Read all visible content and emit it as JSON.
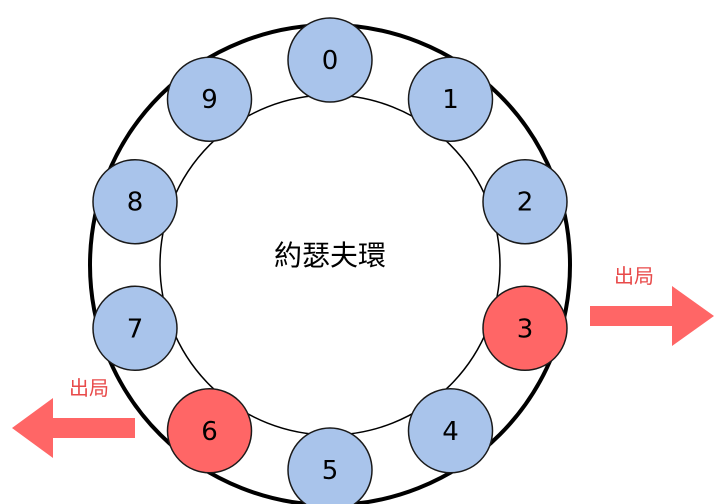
{
  "diagram": {
    "center_label": "約瑟夫環",
    "nodes": [
      {
        "label": "0",
        "state": "normal"
      },
      {
        "label": "1",
        "state": "normal"
      },
      {
        "label": "2",
        "state": "normal"
      },
      {
        "label": "3",
        "state": "eliminated"
      },
      {
        "label": "4",
        "state": "normal"
      },
      {
        "label": "5",
        "state": "normal"
      },
      {
        "label": "6",
        "state": "eliminated"
      },
      {
        "label": "7",
        "state": "normal"
      },
      {
        "label": "8",
        "state": "normal"
      },
      {
        "label": "9",
        "state": "normal"
      }
    ],
    "exit_right": {
      "label": "出局",
      "points_at": "3"
    },
    "exit_left": {
      "label": "出局",
      "points_at": "6"
    }
  },
  "colors": {
    "normal_fill": "#a9c4eb",
    "eliminated_fill": "#ff6666",
    "node_stroke": "#1a1a1a",
    "ring_stroke": "#000000",
    "arrow_fill": "#ff6666",
    "arrow_text": "#e84a4a"
  }
}
